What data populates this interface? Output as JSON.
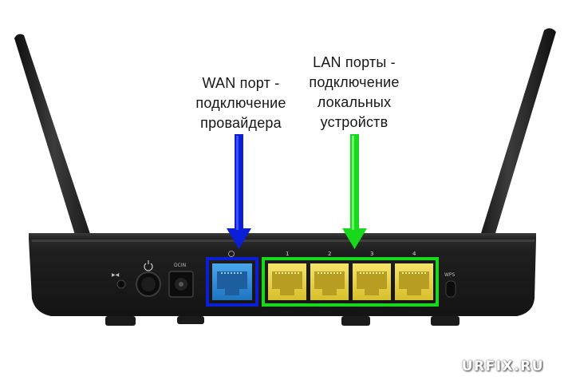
{
  "annotations": {
    "wan": {
      "lines": [
        "WAN порт -",
        "подключение",
        "провайдера"
      ],
      "color": "#0a1fd6"
    },
    "lan": {
      "lines": [
        "LAN порты -",
        "подключение",
        "локальных",
        "устройств"
      ],
      "color": "#18d81c"
    }
  },
  "router": {
    "lan_port_numbers": [
      "1",
      "2",
      "3",
      "4"
    ],
    "wps_label": "WPS",
    "dc_label": "DCIN",
    "reset_label": "▶◀",
    "body_color": "#1c1c1c",
    "lan_port_color": "#e8d44a",
    "wan_port_color": "#2f8fd8"
  },
  "watermark": "URFIX.RU"
}
